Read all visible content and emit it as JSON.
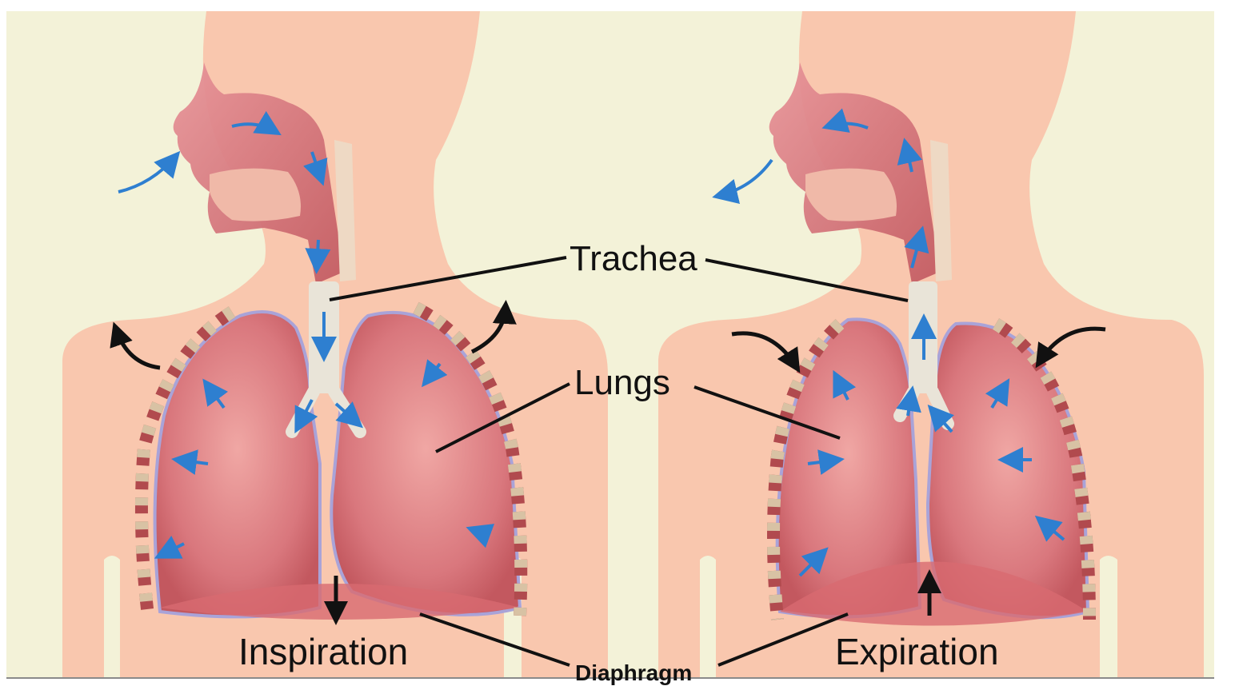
{
  "labels": {
    "trachea": "Trachea",
    "lungs": "Lungs",
    "diaphragm": "Diaphragm",
    "inspiration": "Inspiration",
    "expiration": "Expiration"
  },
  "colors": {
    "background": "#f3f2d8",
    "body": "#f9c7ae",
    "lung": "#d9777d",
    "lung_outline": "#a9a3d8",
    "rib_bone": "#d8c2a4",
    "rib_muscle": "#b14a4e",
    "trachea": "#e9e4d8",
    "airflow_arrow": "#2e7fd0",
    "label_arrow": "#111111"
  },
  "panels": [
    "inspiration",
    "expiration"
  ]
}
